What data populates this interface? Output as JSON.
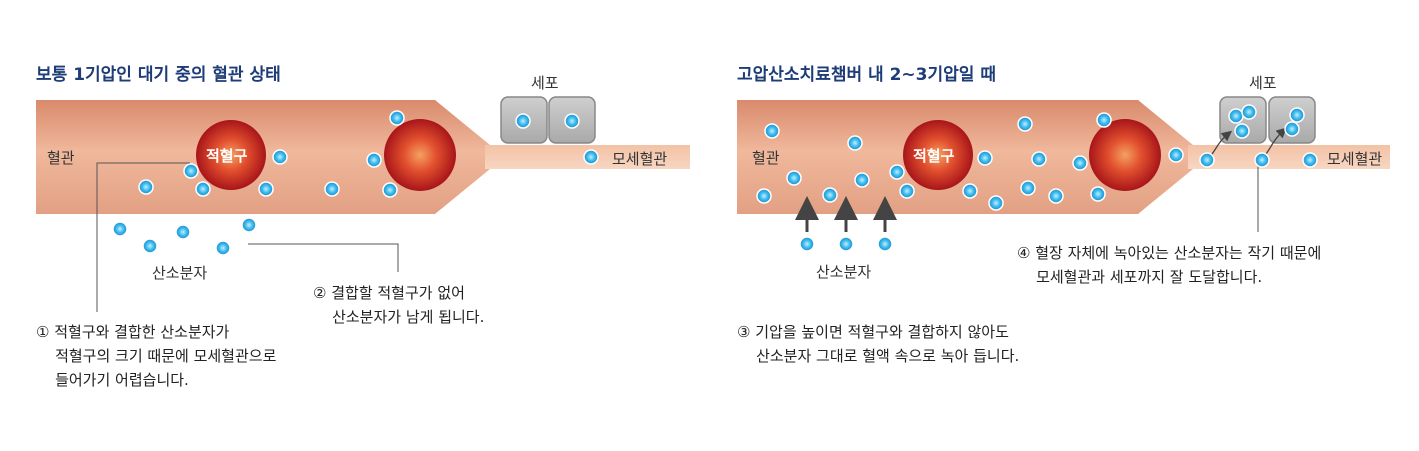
{
  "left": {
    "title": "보통 1기압인 대기 중의 혈관 상태",
    "vessel_label": "혈관",
    "rbc_label": "적혈구",
    "cell_label": "세포",
    "capillary_label": "모세혈관",
    "oxygen_label": "산소분자",
    "note1": "① 적혈구와 결합한 산소분자가\n    적혈구의 크기 때문에 모세혈관으로\n    들어가기 어렵습니다.",
    "note2": "② 결합할 적혈구가 없어\n    산소분자가 남게 됩니다."
  },
  "right": {
    "title": "고압산소치료챔버 내 2~3기압일 때",
    "vessel_label": "혈관",
    "rbc_label": "적혈구",
    "cell_label": "세포",
    "capillary_label": "모세혈관",
    "oxygen_label": "산소분자",
    "note3": "③ 기압을 높이면 적혈구와 결합하지 않아도\n    산소분자 그대로 혈액 속으로 녹아 듭니다.",
    "note4": "④ 혈장 자체에 녹아있는 산소분자는 작기 때문에\n    모세혈관과 세포까지 잘 도달합니다."
  },
  "colors": {
    "title": "#1e3c78",
    "vessel": "#e8a88a",
    "rbc": "#d8352a",
    "oxygen": "#2fb4ea",
    "cell": "#b5b5b5"
  }
}
